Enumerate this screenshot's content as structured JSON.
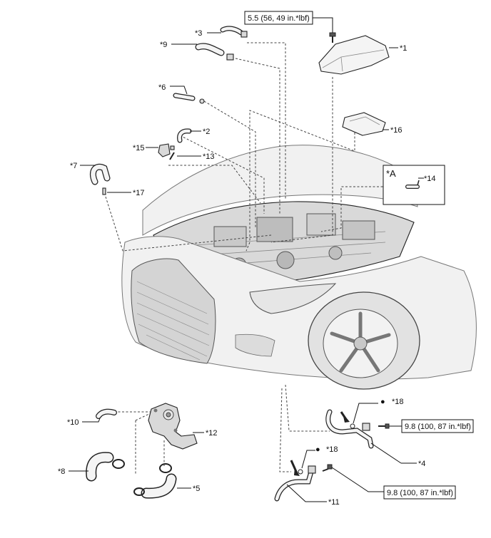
{
  "labels": {
    "p1": "*1",
    "p2": "*2",
    "p3": "*3",
    "p4": "*4",
    "p5": "*5",
    "p6": "*6",
    "p7": "*7",
    "p8": "*8",
    "p9": "*9",
    "p10": "*10",
    "p11": "*11",
    "p12": "*12",
    "p13": "*13",
    "p14": "*14",
    "p15": "*15",
    "p16": "*16",
    "p17": "*17",
    "p18a": "*18",
    "p18b": "*18",
    "viewA": "*A"
  },
  "torque": {
    "cover_bolt": "5.5 (56, 49 in.*lbf)",
    "bolt_upper": "9.8 (100, 87 in.*lbf)",
    "bolt_lower": "9.8 (100, 87 in.*lbf)"
  },
  "symbols": {
    "non_reusable_dot": "●"
  }
}
